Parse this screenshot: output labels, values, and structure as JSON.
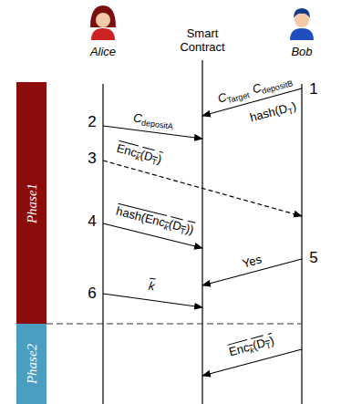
{
  "diagram": {
    "nodes": [
      {
        "text": [
          "Phase1"
        ]
      },
      {
        "text": [
          "Phase2"
        ]
      }
    ],
    "labels": [
      "Alice",
      "Smart Contract",
      "Bob",
      "1",
      "2",
      "3",
      "4",
      "5",
      "6",
      "C",
      "Target",
      "C",
      "depositB",
      "hash(D",
      "T",
      ")",
      "C",
      "depositA",
      "Enc",
      "k",
      "(D",
      "T",
      ")",
      "hash(Enc",
      "k",
      "(D",
      "T",
      "))",
      "Yes",
      "k",
      "Enc",
      "k",
      "(D",
      "T",
      ")"
    ]
  }
}
